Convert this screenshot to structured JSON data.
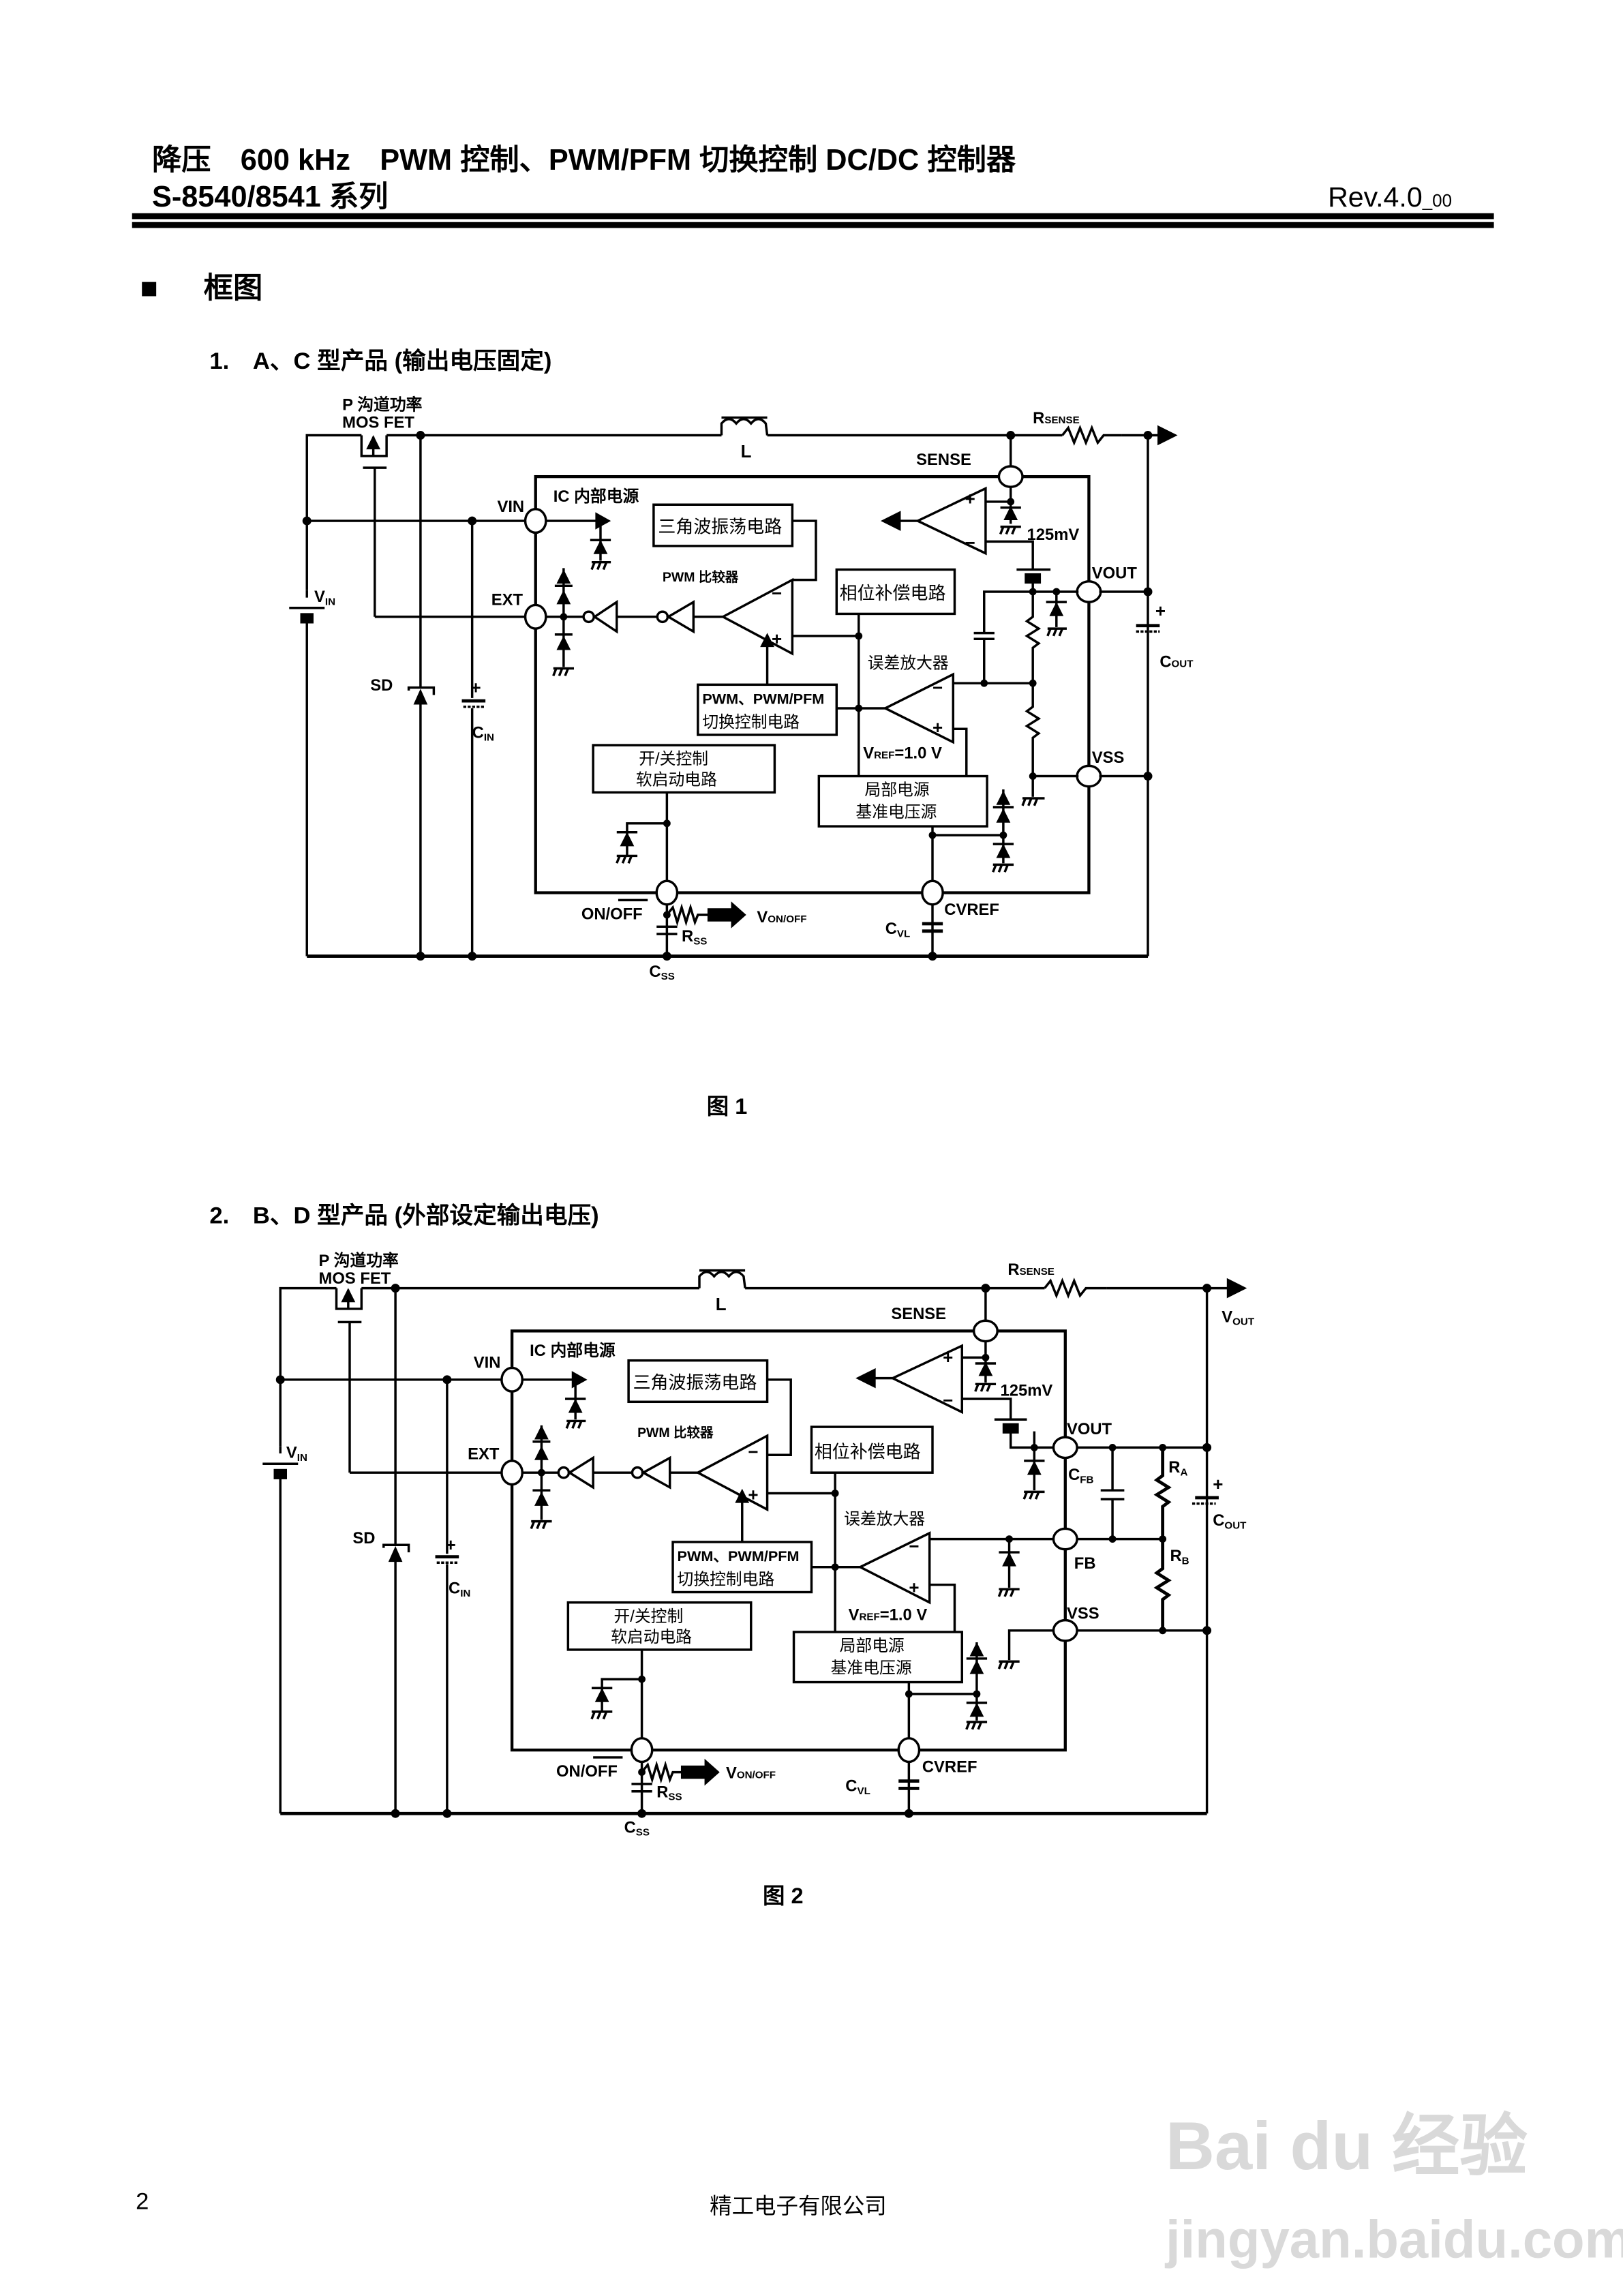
{
  "header": {
    "title": "降压　600 kHz　PWM 控制、PWM/PFM 切换控制  DC/DC 控制器",
    "series": "S-8540/8541 系列",
    "revision": "Rev.4.0",
    "revision_suffix": "_00"
  },
  "section": {
    "bullet": "■",
    "title": "框图"
  },
  "figures": [
    {
      "heading": "1.　A、C 型产品 (输出电压固定)",
      "caption": "图 1",
      "labels": {
        "mosfet_line1": "P 沟道功率",
        "mosfet_line2": "MOS FET",
        "inductor": "L",
        "rsense": "R",
        "rsense_sub": "SENSE",
        "sense": "SENSE",
        "vin_pin": "VIN",
        "ic_power": "IC 内部电源",
        "oscillator": "三角波振荡电路",
        "pwm_comparator": "PWM 比较器",
        "ext_pin": "EXT",
        "vin_source": "V",
        "vin_source_sub": "IN",
        "sd": "SD",
        "cin": "C",
        "cin_sub": "IN",
        "phase_comp": "相位补偿电路",
        "error_amp": "误差放大器",
        "switch_ctrl_line1": "PWM、PWM/PFM",
        "switch_ctrl_line2": "切换控制电路",
        "vref": "V",
        "vref_sub": "REF",
        "vref_value": "=1.0 V",
        "onoff_line1": "开/关控制",
        "onoff_line2": "软启动电路",
        "ref_line1": "局部电源",
        "ref_line2": "基准电压源",
        "mv125": "125mV",
        "vout_pin": "VOUT",
        "cout": "C",
        "cout_sub": "OUT",
        "vss_pin": "VSS",
        "onoff_pin": "ON/OFF",
        "rss": "R",
        "rss_sub": "SS",
        "von_off": "V",
        "von_off_sub": "ON/OFF",
        "css": "C",
        "css_sub": "SS",
        "cvl": "C",
        "cvl_sub": "VL",
        "cvref_pin": "CVREF",
        "plus": "+",
        "minus": "−"
      }
    },
    {
      "heading": "2.　B、D 型产品 (外部设定输出电压)",
      "caption": "图 2",
      "labels": {
        "mosfet_line1": "P 沟道功率",
        "mosfet_line2": "MOS FET",
        "inductor": "L",
        "rsense": "R",
        "rsense_sub": "SENSE",
        "sense": "SENSE",
        "vout_ext": "V",
        "vout_ext_sub": "OUT",
        "vin_pin": "VIN",
        "ic_power": "IC 内部电源",
        "oscillator": "三角波振荡电路",
        "pwm_comparator": "PWM 比较器",
        "ext_pin": "EXT",
        "vin_source": "V",
        "vin_source_sub": "IN",
        "sd": "SD",
        "cin": "C",
        "cin_sub": "IN",
        "phase_comp": "相位补偿电路",
        "error_amp": "误差放大器",
        "switch_ctrl_line1": "PWM、PWM/PFM",
        "switch_ctrl_line2": "切换控制电路",
        "vref": "V",
        "vref_sub": "REF",
        "vref_value": "=1.0 V",
        "onoff_line1": "开/关控制",
        "onoff_line2": "软启动电路",
        "ref_line1": "局部电源",
        "ref_line2": "基准电压源",
        "mv125": "125mV",
        "vout_pin": "VOUT",
        "cfb": "C",
        "cfb_sub": "FB",
        "ra": "R",
        "ra_sub": "A",
        "rb": "R",
        "rb_sub": "B",
        "fb_pin": "FB",
        "cout": "C",
        "cout_sub": "OUT",
        "vss_pin": "VSS",
        "onoff_pin": "ON/OFF",
        "rss": "R",
        "rss_sub": "SS",
        "von_off": "V",
        "von_off_sub": "ON/OFF",
        "css": "C",
        "css_sub": "SS",
        "cvl": "C",
        "cvl_sub": "VL",
        "cvref_pin": "CVREF",
        "plus": "+",
        "minus": "−"
      }
    }
  ],
  "footer": {
    "page_number": "2",
    "company": "精工电子有限公司"
  },
  "watermark": {
    "brand": "Bai du 经验",
    "url": "jingyan.baidu.com"
  }
}
